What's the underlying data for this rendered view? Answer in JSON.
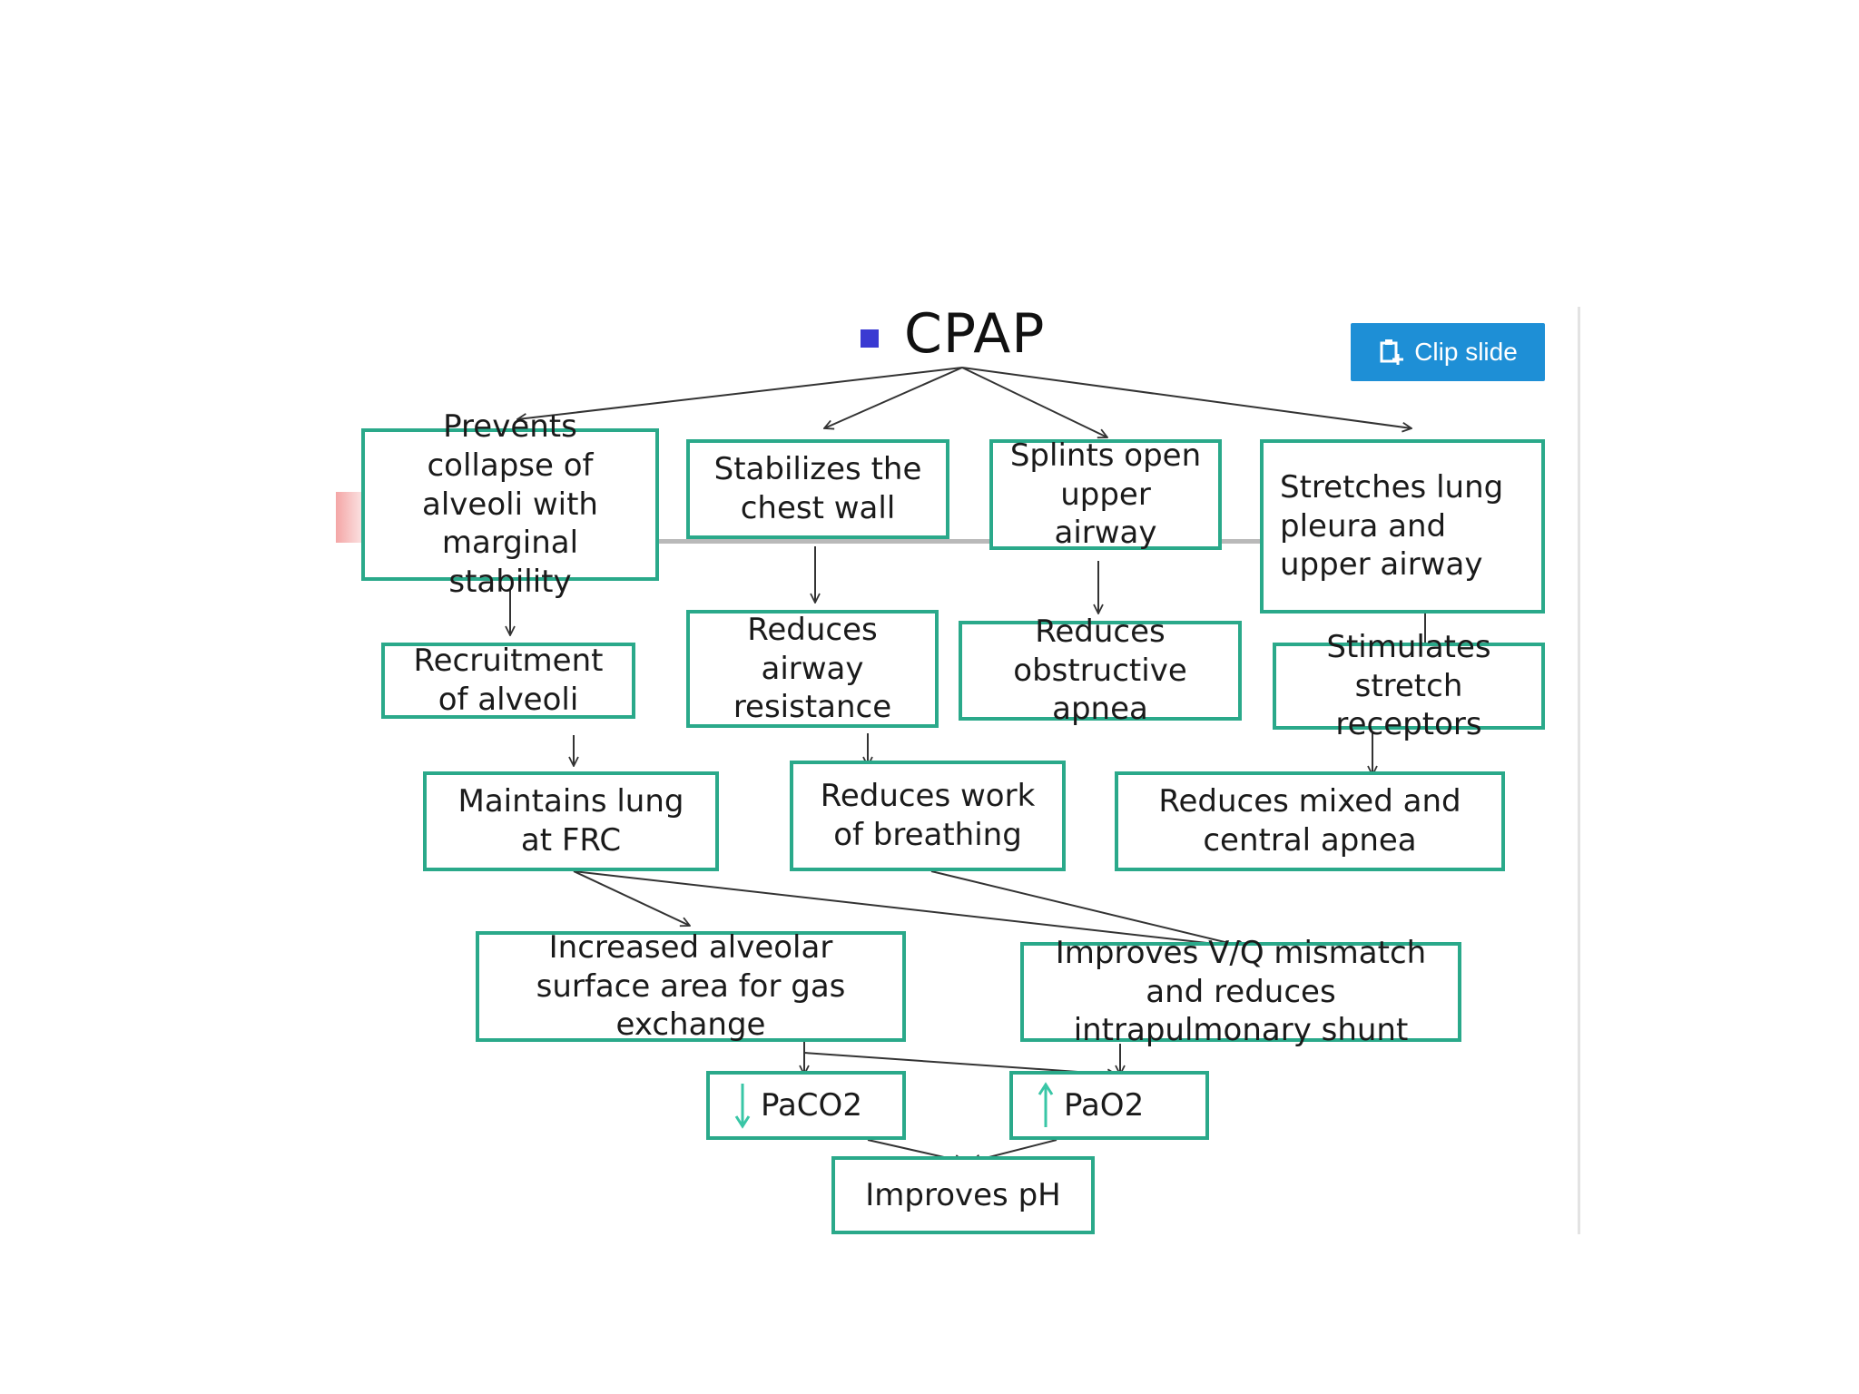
{
  "title": "CPAP",
  "clip_button": {
    "label": "Clip slide",
    "icon": "clip-icon"
  },
  "colors": {
    "box_border": "#2aa98a",
    "bullet": "#3a3ad2",
    "button_bg": "#1e8fd6",
    "arrow": "#333333",
    "gas_arrow": "#39c6a6"
  },
  "nodes": {
    "prevents_collapse": "Prevents collapse of alveoli with marginal stability",
    "stabilizes_chest": "Stabilizes the chest wall",
    "splints_airway": "Splints open upper airway",
    "stretches_lung": "Stretches lung pleura and upper airway",
    "recruitment": "Recruitment of alveoli",
    "reduces_resistance": "Reduces airway resistance",
    "reduces_obstructive": "Reduces obstructive apnea",
    "stimulates_receptors": "Stimulates stretch receptors",
    "maintains_frc": "Maintains lung at FRC",
    "reduces_work": "Reduces work of breathing",
    "reduces_mixed": "Reduces mixed and central apnea",
    "increased_surface": "Increased alveolar surface area for gas exchange",
    "improves_vq": "Improves V/Q mismatch and reduces intrapulmonary shunt",
    "paco2": "PaCO2",
    "pao2": "PaO2",
    "improves_ph": "Improves pH"
  },
  "edges": [
    [
      "cpap",
      "prevents_collapse"
    ],
    [
      "cpap",
      "stabilizes_chest"
    ],
    [
      "cpap",
      "splints_airway"
    ],
    [
      "cpap",
      "stretches_lung"
    ],
    [
      "prevents_collapse",
      "recruitment"
    ],
    [
      "stabilizes_chest",
      "reduces_resistance"
    ],
    [
      "splints_airway",
      "reduces_obstructive"
    ],
    [
      "stretches_lung",
      "stimulates_receptors"
    ],
    [
      "recruitment",
      "maintains_frc"
    ],
    [
      "reduces_resistance",
      "reduces_work"
    ],
    [
      "stimulates_receptors",
      "reduces_mixed"
    ],
    [
      "maintains_frc",
      "increased_surface"
    ],
    [
      "maintains_frc",
      "improves_vq"
    ],
    [
      "reduces_work",
      "improves_vq"
    ],
    [
      "increased_surface",
      "paco2"
    ],
    [
      "increased_surface",
      "pao2"
    ],
    [
      "improves_vq",
      "pao2"
    ],
    [
      "paco2",
      "improves_ph"
    ],
    [
      "pao2",
      "improves_ph"
    ]
  ]
}
